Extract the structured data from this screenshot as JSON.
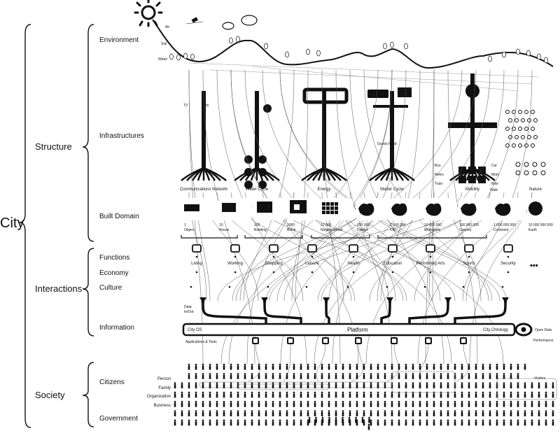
{
  "left": {
    "city": "City",
    "structure": "Structure",
    "interactions": "Interactions",
    "society": "Society"
  },
  "levels": {
    "environment": "Environment",
    "infrastructures": "Infrastructures",
    "built_domain": "Built Domain",
    "functions": "Functions",
    "economy": "Economy",
    "culture": "Culture",
    "information": "Information",
    "citizens": "Citizens",
    "government": "Government"
  },
  "environment": {
    "air": "Air",
    "soil": "Soil",
    "water": "Water"
  },
  "infrastructures": [
    {
      "label": "Communications Network"
    },
    {
      "label": "Water Cycle"
    },
    {
      "label": "Energy"
    },
    {
      "label": "Matter Cycle"
    },
    {
      "label": "Mobility"
    },
    {
      "label": "Nature"
    }
  ],
  "infra_small": {
    "tv": "TV",
    "web": "Web",
    "goods": "Goods Food",
    "bus": "Bus",
    "metro": "Metro",
    "train": "Train",
    "car": "Car",
    "moto": "Moto",
    "bike": "Bike",
    "walk": "Walk"
  },
  "built_domain": [
    {
      "count": "1",
      "label": "Object"
    },
    {
      "count": "10",
      "label": "House"
    },
    {
      "count": "100",
      "label": "Building"
    },
    {
      "count": "1000",
      "label": "Block"
    },
    {
      "count": "10 000",
      "label": "Neighborhood"
    },
    {
      "count": "100 000",
      "label": "District"
    },
    {
      "count": "1 000 000",
      "label": "City"
    },
    {
      "count": "10 000 000",
      "label": "Metropolis"
    },
    {
      "count": "100 000 000",
      "label": "Country"
    },
    {
      "count": "1 000 000 000",
      "label": "Continent"
    },
    {
      "count": "10 000 000 000",
      "label": "Earth"
    }
  ],
  "functions": [
    {
      "label": "Living"
    },
    {
      "label": "Working"
    },
    {
      "label": "Shopping"
    },
    {
      "label": "Leisure"
    },
    {
      "label": "Health"
    },
    {
      "label": "Education"
    },
    {
      "label": "Performing Arts"
    },
    {
      "label": "Sports"
    },
    {
      "label": "Security"
    }
  ],
  "more": "•••",
  "information": {
    "data_in_out_1": "Data",
    "data_in_out_2": "In/Out",
    "city_os": "City OS",
    "platform": "Platform",
    "city_ontology": "City Ontology",
    "open_data": "Open Data",
    "performance": "Performance",
    "apps": "Applications & Tools"
  },
  "society": {
    "person": "Person",
    "family": "Family",
    "organization": "Organization",
    "business": "Business",
    "visitors": "Visitors"
  }
}
